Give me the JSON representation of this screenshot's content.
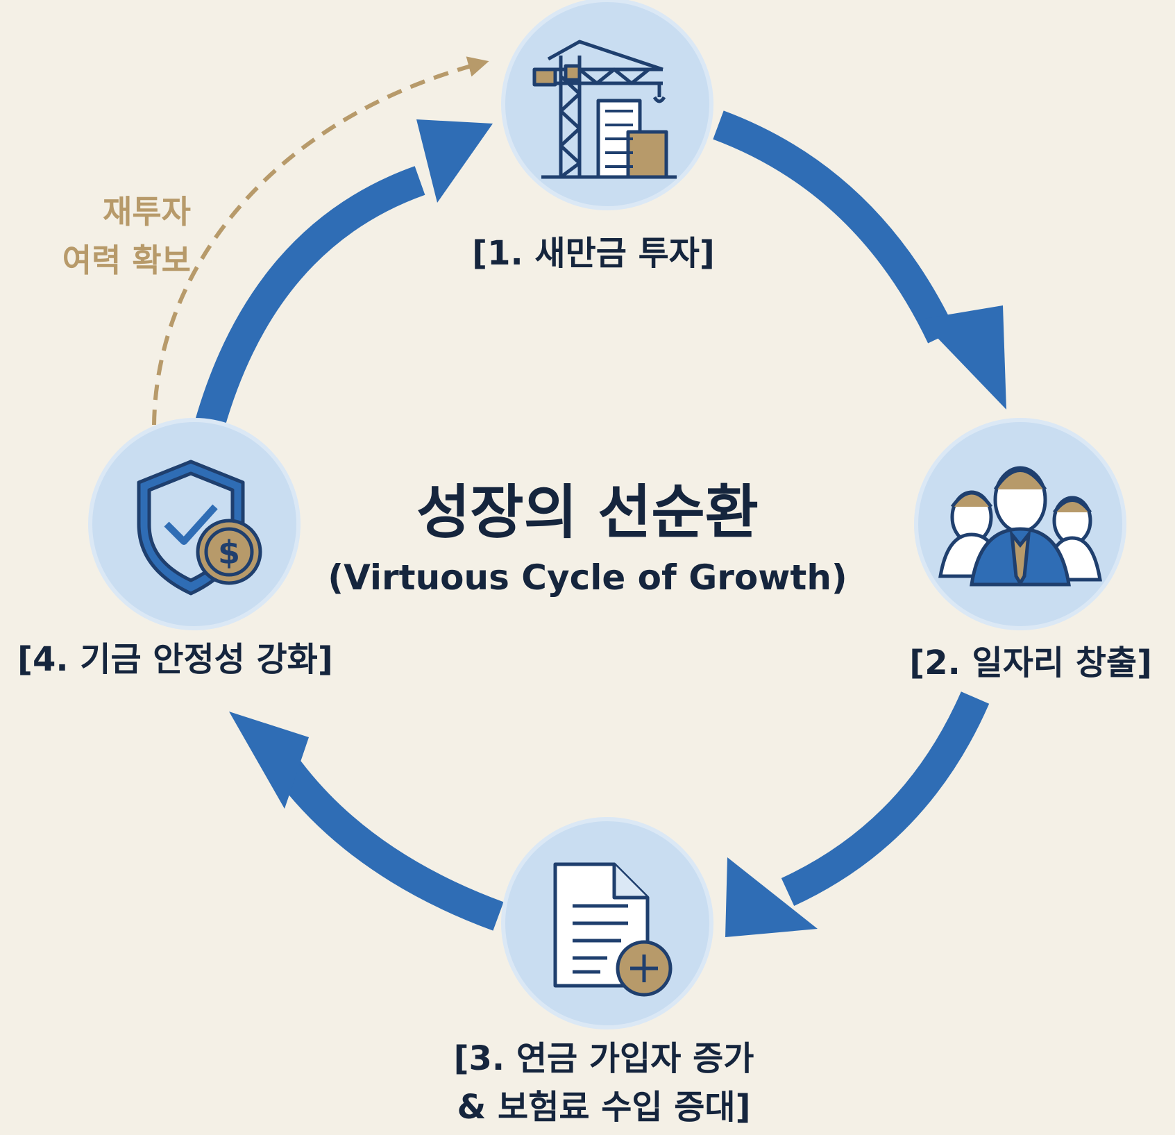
{
  "title": "성장의 선순환",
  "subtitle": "(Virtuous Cycle of Growth)",
  "steps": [
    {
      "label": "[1. 새만금 투자]",
      "icon": "construction-crane-building-icon"
    },
    {
      "label": "[2. 일자리 창출]",
      "icon": "people-group-icon"
    },
    {
      "label_line1": "[3. 연금 가입자 증가",
      "label_line2": "& 보험료 수입 증대]",
      "icon": "document-plus-icon"
    },
    {
      "label": "[4. 기금 안정성 강화]",
      "icon": "shield-check-coin-icon"
    }
  ],
  "reinvest": {
    "line1": "재투자",
    "line2": "여력 확보"
  },
  "colors": {
    "background": "#f4f0e6",
    "arrow": "#2f6db5",
    "circle": "#c9ddf1",
    "text": "#15253d",
    "accent": "#b79a6a"
  }
}
